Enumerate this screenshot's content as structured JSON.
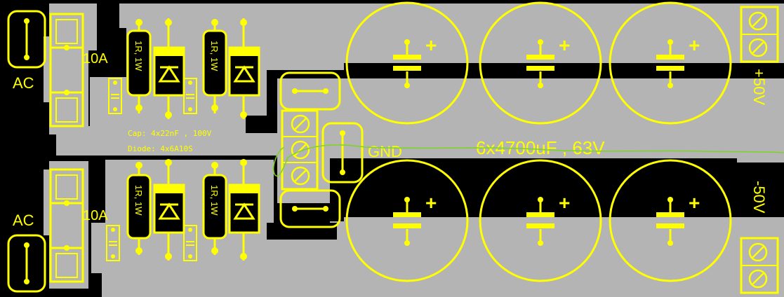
{
  "labels": {
    "ac_top": "AC",
    "ac_bottom": "AC",
    "fuse_top": "10A",
    "fuse_bottom": "10A",
    "cap_spec": "Cap: 4x22nF , 100V",
    "diode_spec": "Diode: 4x6A10S",
    "gnd": "GND",
    "bulk_caps": "6x4700uF , 63V",
    "pos_rail": "+50V",
    "neg_rail": "-50V",
    "resistor": "1R, 1W",
    "plus": "+"
  },
  "colors": {
    "background": "#000000",
    "copper": "#b4b4b4",
    "silkscreen": "#ffff00",
    "annotation": "#7ed321"
  }
}
